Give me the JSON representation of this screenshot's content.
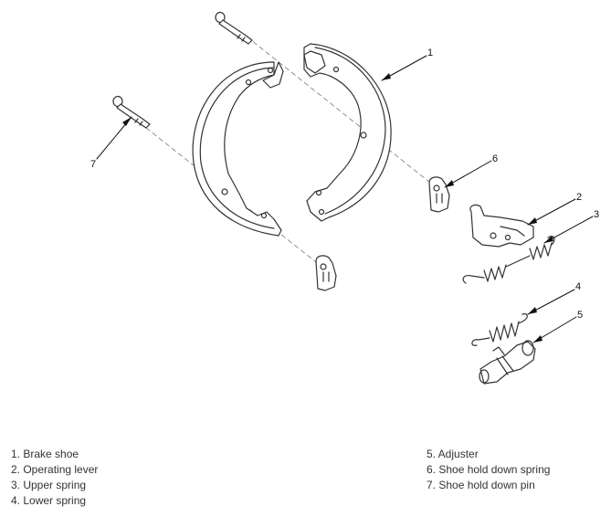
{
  "callouts": {
    "c1": "1",
    "c2": "2",
    "c3": "3",
    "c4": "4",
    "c5": "5",
    "c6": "6",
    "c7": "7"
  },
  "legend": {
    "left": [
      "1. Brake shoe",
      "2. Operating lever",
      "3. Upper spring",
      "4. Lower spring"
    ],
    "right": [
      "5. Adjuster",
      "6. Shoe hold down spring",
      "7. Shoe hold down pin"
    ]
  }
}
